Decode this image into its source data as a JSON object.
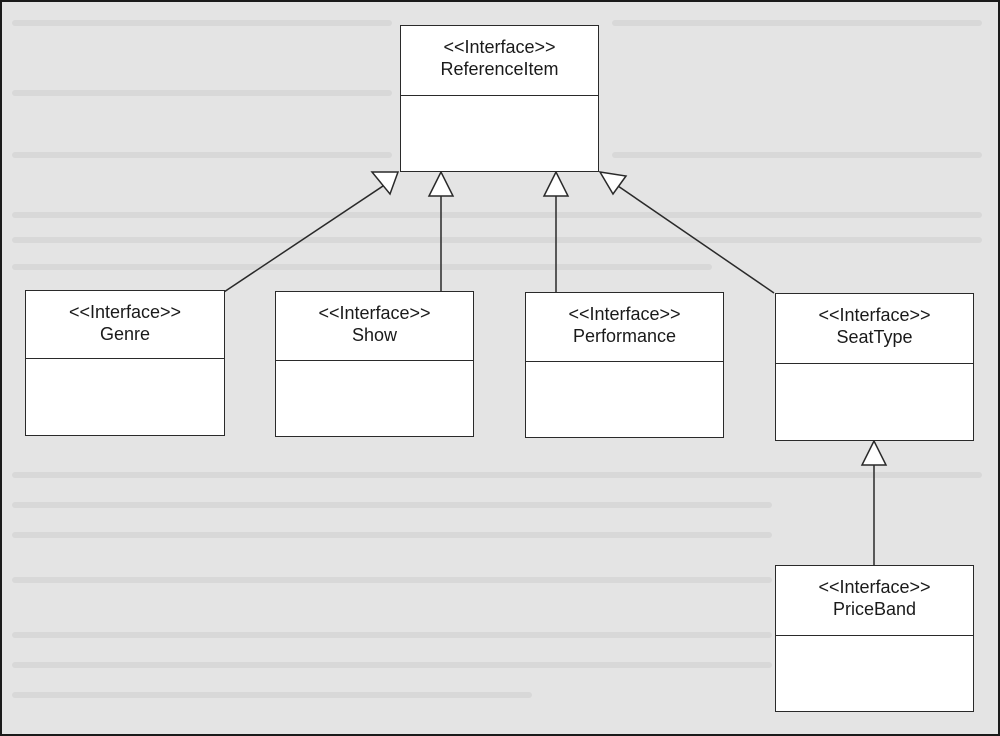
{
  "diagram": {
    "stereotype": "<<Interface>>",
    "classes": {
      "reference_item": {
        "name": "ReferenceItem"
      },
      "genre": {
        "name": "Genre"
      },
      "show": {
        "name": "Show"
      },
      "performance": {
        "name": "Performance"
      },
      "seat_type": {
        "name": "SeatType"
      },
      "price_band": {
        "name": "PriceBand"
      }
    },
    "relations": [
      {
        "type": "generalization",
        "from": "Genre",
        "to": "ReferenceItem"
      },
      {
        "type": "generalization",
        "from": "Show",
        "to": "ReferenceItem"
      },
      {
        "type": "generalization",
        "from": "Performance",
        "to": "ReferenceItem"
      },
      {
        "type": "generalization",
        "from": "SeatType",
        "to": "ReferenceItem"
      },
      {
        "type": "generalization",
        "from": "PriceBand",
        "to": "SeatType"
      }
    ]
  }
}
